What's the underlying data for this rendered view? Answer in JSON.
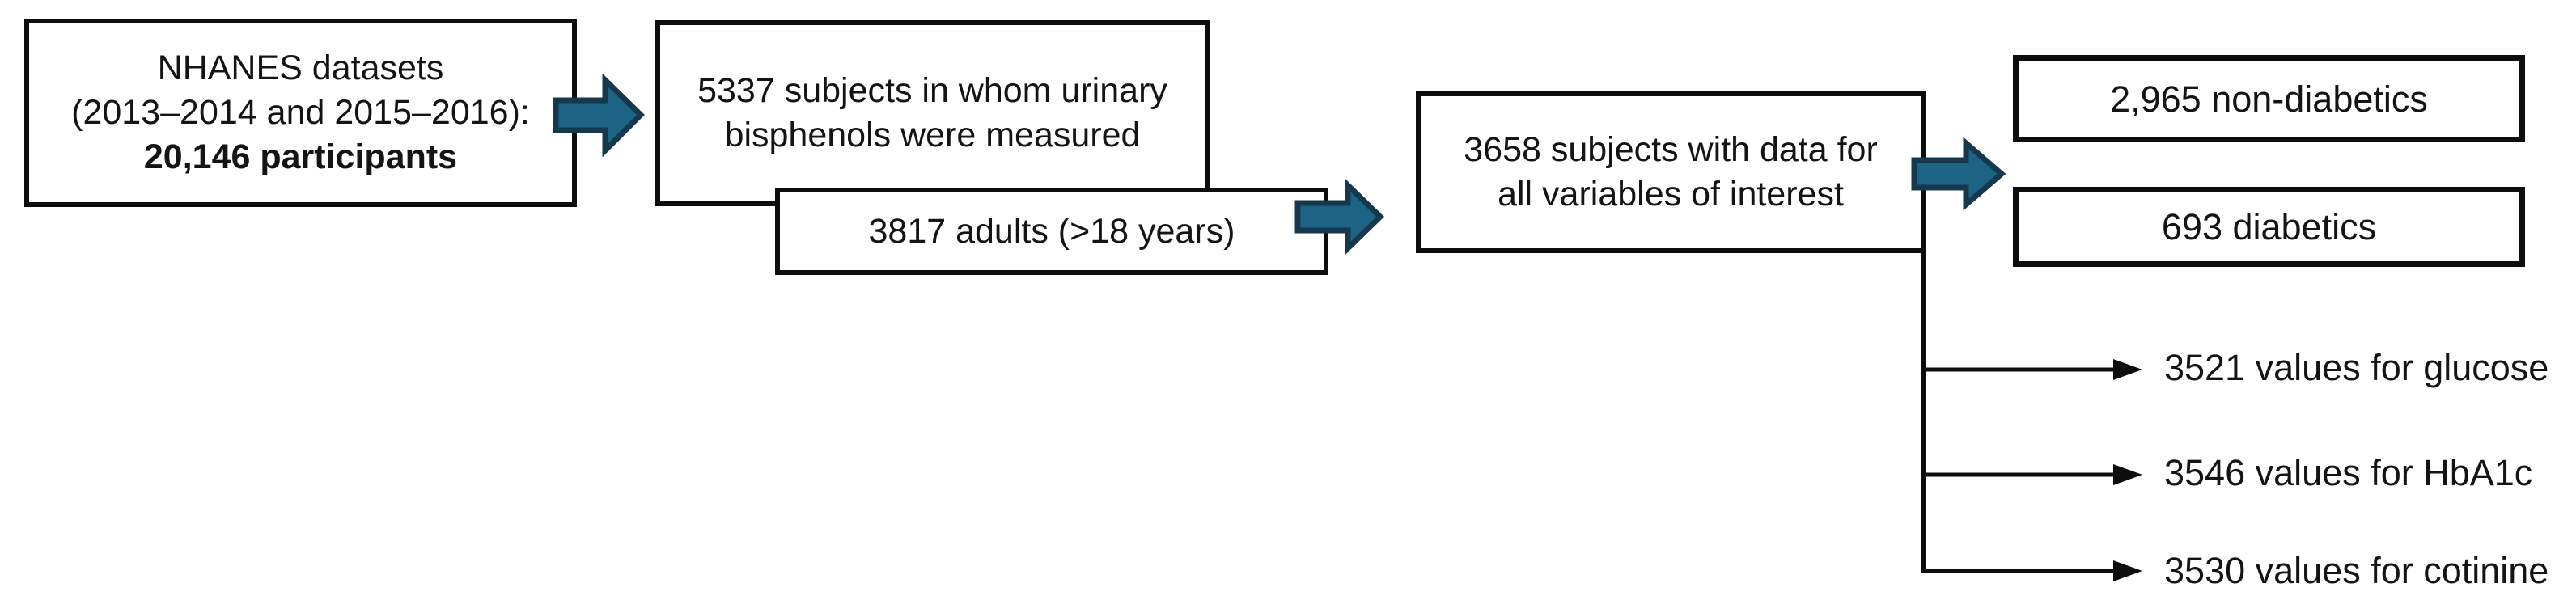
{
  "colors": {
    "arrow_fill": "#1C6385",
    "arrow_stroke": "#15384D",
    "connector": "#0d0d0d",
    "box_border": "#0d0d0d",
    "background": "#ffffff",
    "text": "#141414"
  },
  "flowchart": {
    "nodes": {
      "nhanes": {
        "line1": "NHANES datasets",
        "line2": "(2013–2014 and 2015–2016):",
        "line3_bold": "20,146 participants"
      },
      "urinary": {
        "line1": "5337 subjects in whom urinary",
        "line2": "bisphenols were measured"
      },
      "adults": {
        "label": "3817 adults (>18 years)"
      },
      "complete": {
        "line1": "3658 subjects with data for",
        "line2": "all variables of interest"
      },
      "nondiabetics": {
        "label": "2,965 non-diabetics"
      },
      "diabetics": {
        "label": "693 diabetics"
      }
    },
    "branches": [
      {
        "label": "3521 values for glucose"
      },
      {
        "label": "3546 values for HbA1c"
      },
      {
        "label": "3530 values for cotinine"
      }
    ]
  }
}
